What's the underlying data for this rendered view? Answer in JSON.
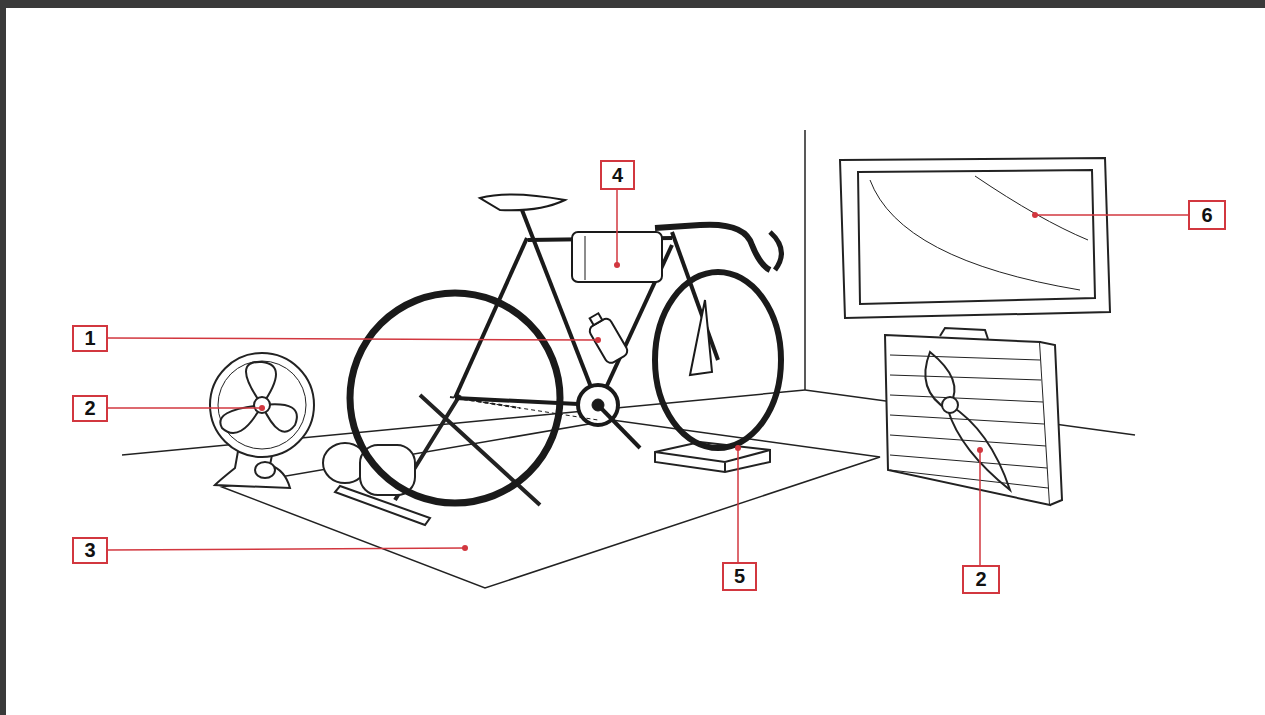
{
  "diagram": {
    "nodes": [
      {
        "text": [
          "4"
        ]
      },
      {
        "text": [
          "6"
        ]
      },
      {
        "text": [
          "1"
        ]
      },
      {
        "text": [
          "2"
        ]
      },
      {
        "text": [
          "3"
        ]
      },
      {
        "text": [
          "5"
        ]
      },
      {
        "text": [
          "2"
        ]
      }
    ]
  }
}
